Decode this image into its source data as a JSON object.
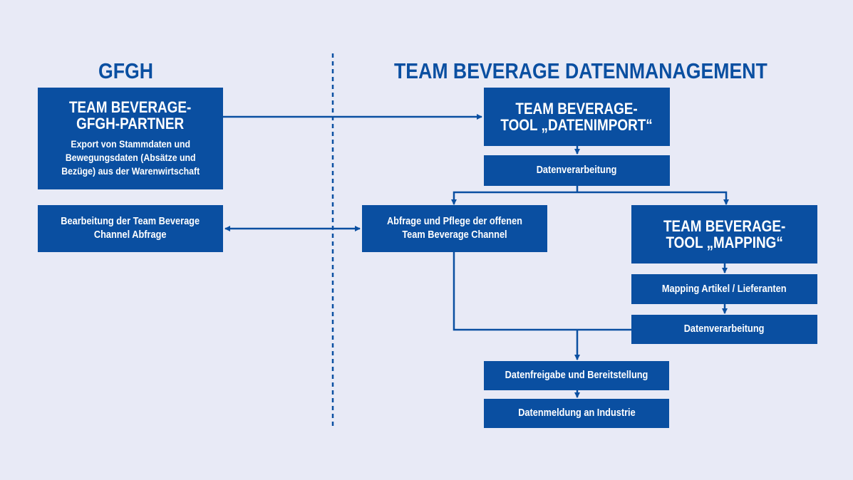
{
  "left_heading": "GFGH",
  "right_heading": "TEAM BEVERAGE DATENMANAGEMENT",
  "boxes": {
    "partner": {
      "title": "TEAM BEVERAGE-\nGFGH-PARTNER",
      "text": "Export von Stammdaten und\nBewegungsdaten (Absätze und\nBezüge) aus der Warenwirtschaft"
    },
    "channel_left": {
      "text": "Bearbeitung der Team Beverage\nChannel Abfrage"
    },
    "datenimport": {
      "title": "TEAM BEVERAGE-\nTOOL „DATENIMPORT“"
    },
    "datenverarbeitung_1": {
      "text": "Datenverarbeitung"
    },
    "abfrage": {
      "text": "Abfrage und Pflege der offenen\nTeam Beverage Channel"
    },
    "mapping_tool": {
      "title": "TEAM BEVERAGE-\nTOOL „MAPPING“"
    },
    "mapping": {
      "text": "Mapping Artikel / Lieferanten"
    },
    "datenverarbeitung_2": {
      "text": "Datenverarbeitung"
    },
    "freigabe": {
      "text": "Datenfreigabe und Bereitstellung"
    },
    "meldung": {
      "text": "Datenmeldung an Industrie"
    }
  },
  "colors": {
    "background": "#e8eaf6",
    "primary": "#0a4fa1",
    "text_on_primary": "#ffffff"
  }
}
